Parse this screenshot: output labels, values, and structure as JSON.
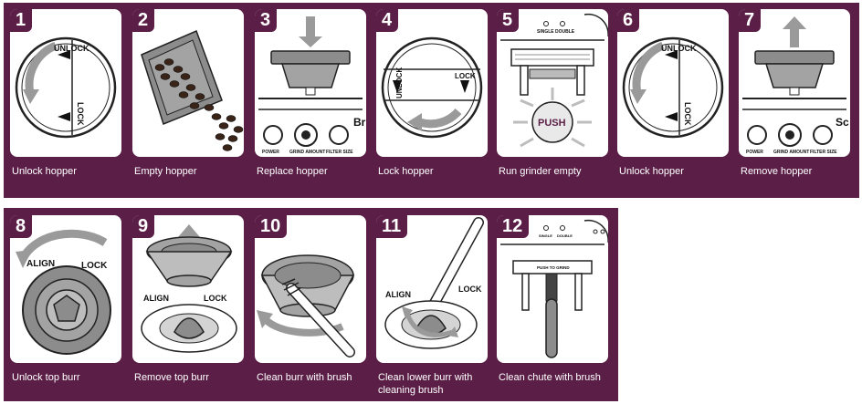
{
  "colors": {
    "band": "#5b1f47",
    "card": "#ffffff",
    "outline": "#222222",
    "grey": "#8c8c8c",
    "arrow": "#9a9a9a"
  },
  "steps": [
    {
      "number": "1",
      "caption": "Unlock hopper",
      "label_a": "UNLOCK",
      "label_b": "LOCK"
    },
    {
      "number": "2",
      "caption": "Empty hopper"
    },
    {
      "number": "3",
      "caption": "Replace hopper",
      "label_a": "POWER",
      "label_b": "GRIND AMOUNT",
      "label_c": "FILTER SIZE",
      "label_d": "Br"
    },
    {
      "number": "4",
      "caption": "Lock hopper",
      "label_a": "UNLOCK",
      "label_b": "LOCK"
    },
    {
      "number": "5",
      "caption": "Run grinder empty",
      "label_a": "SINGLE",
      "label_b": "DOUBLE",
      "label_c": "PUSH"
    },
    {
      "number": "6",
      "caption": "Unlock hopper",
      "label_a": "UNLOCK",
      "label_b": "LOCK"
    },
    {
      "number": "7",
      "caption": "Remove hopper",
      "label_a": "POWER",
      "label_b": "GRIND AMOUNT",
      "label_c": "FILTER SIZE",
      "label_d": "Sc"
    },
    {
      "number": "8",
      "caption": "Unlock top burr",
      "label_a": "ALIGN",
      "label_b": "LOCK"
    },
    {
      "number": "9",
      "caption": "Remove top burr",
      "label_a": "ALIGN",
      "label_b": "LOCK"
    },
    {
      "number": "10",
      "caption": "Clean burr with brush"
    },
    {
      "number": "11",
      "caption": "Clean lower burr with cleaning brush",
      "label_a": "ALIGN",
      "label_b": "LOCK"
    },
    {
      "number": "12",
      "caption": "Clean chute with brush",
      "label_a": "SINGLE",
      "label_b": "DOUBLE",
      "label_c": "PUSH TO GRIND"
    }
  ]
}
